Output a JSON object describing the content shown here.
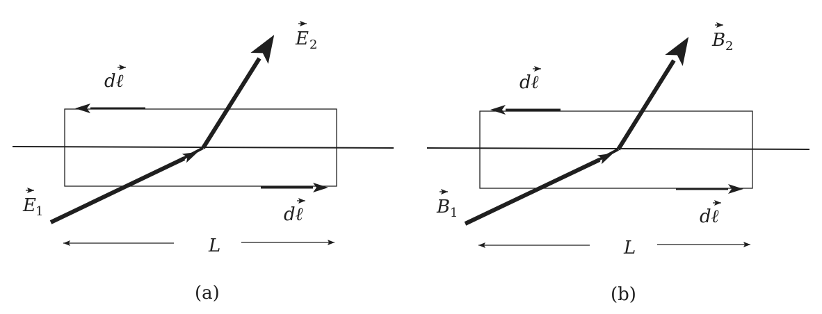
{
  "panels": [
    {
      "id": "a",
      "caption": "(a)",
      "field_in_symbol": "E",
      "field_in_subscript": "1",
      "field_out_symbol": "E",
      "field_out_subscript": "2",
      "dl_top": "dℓ",
      "dl_bottom": "dℓ",
      "length_label": "L"
    },
    {
      "id": "b",
      "caption": "(b)",
      "field_in_symbol": "B",
      "field_in_subscript": "1",
      "field_out_symbol": "B",
      "field_out_subscript": "2",
      "dl_top": "dℓ",
      "dl_bottom": "dℓ",
      "length_label": "L"
    }
  ],
  "colors": {
    "ink": "#1f1f1f",
    "background": "#ffffff"
  }
}
